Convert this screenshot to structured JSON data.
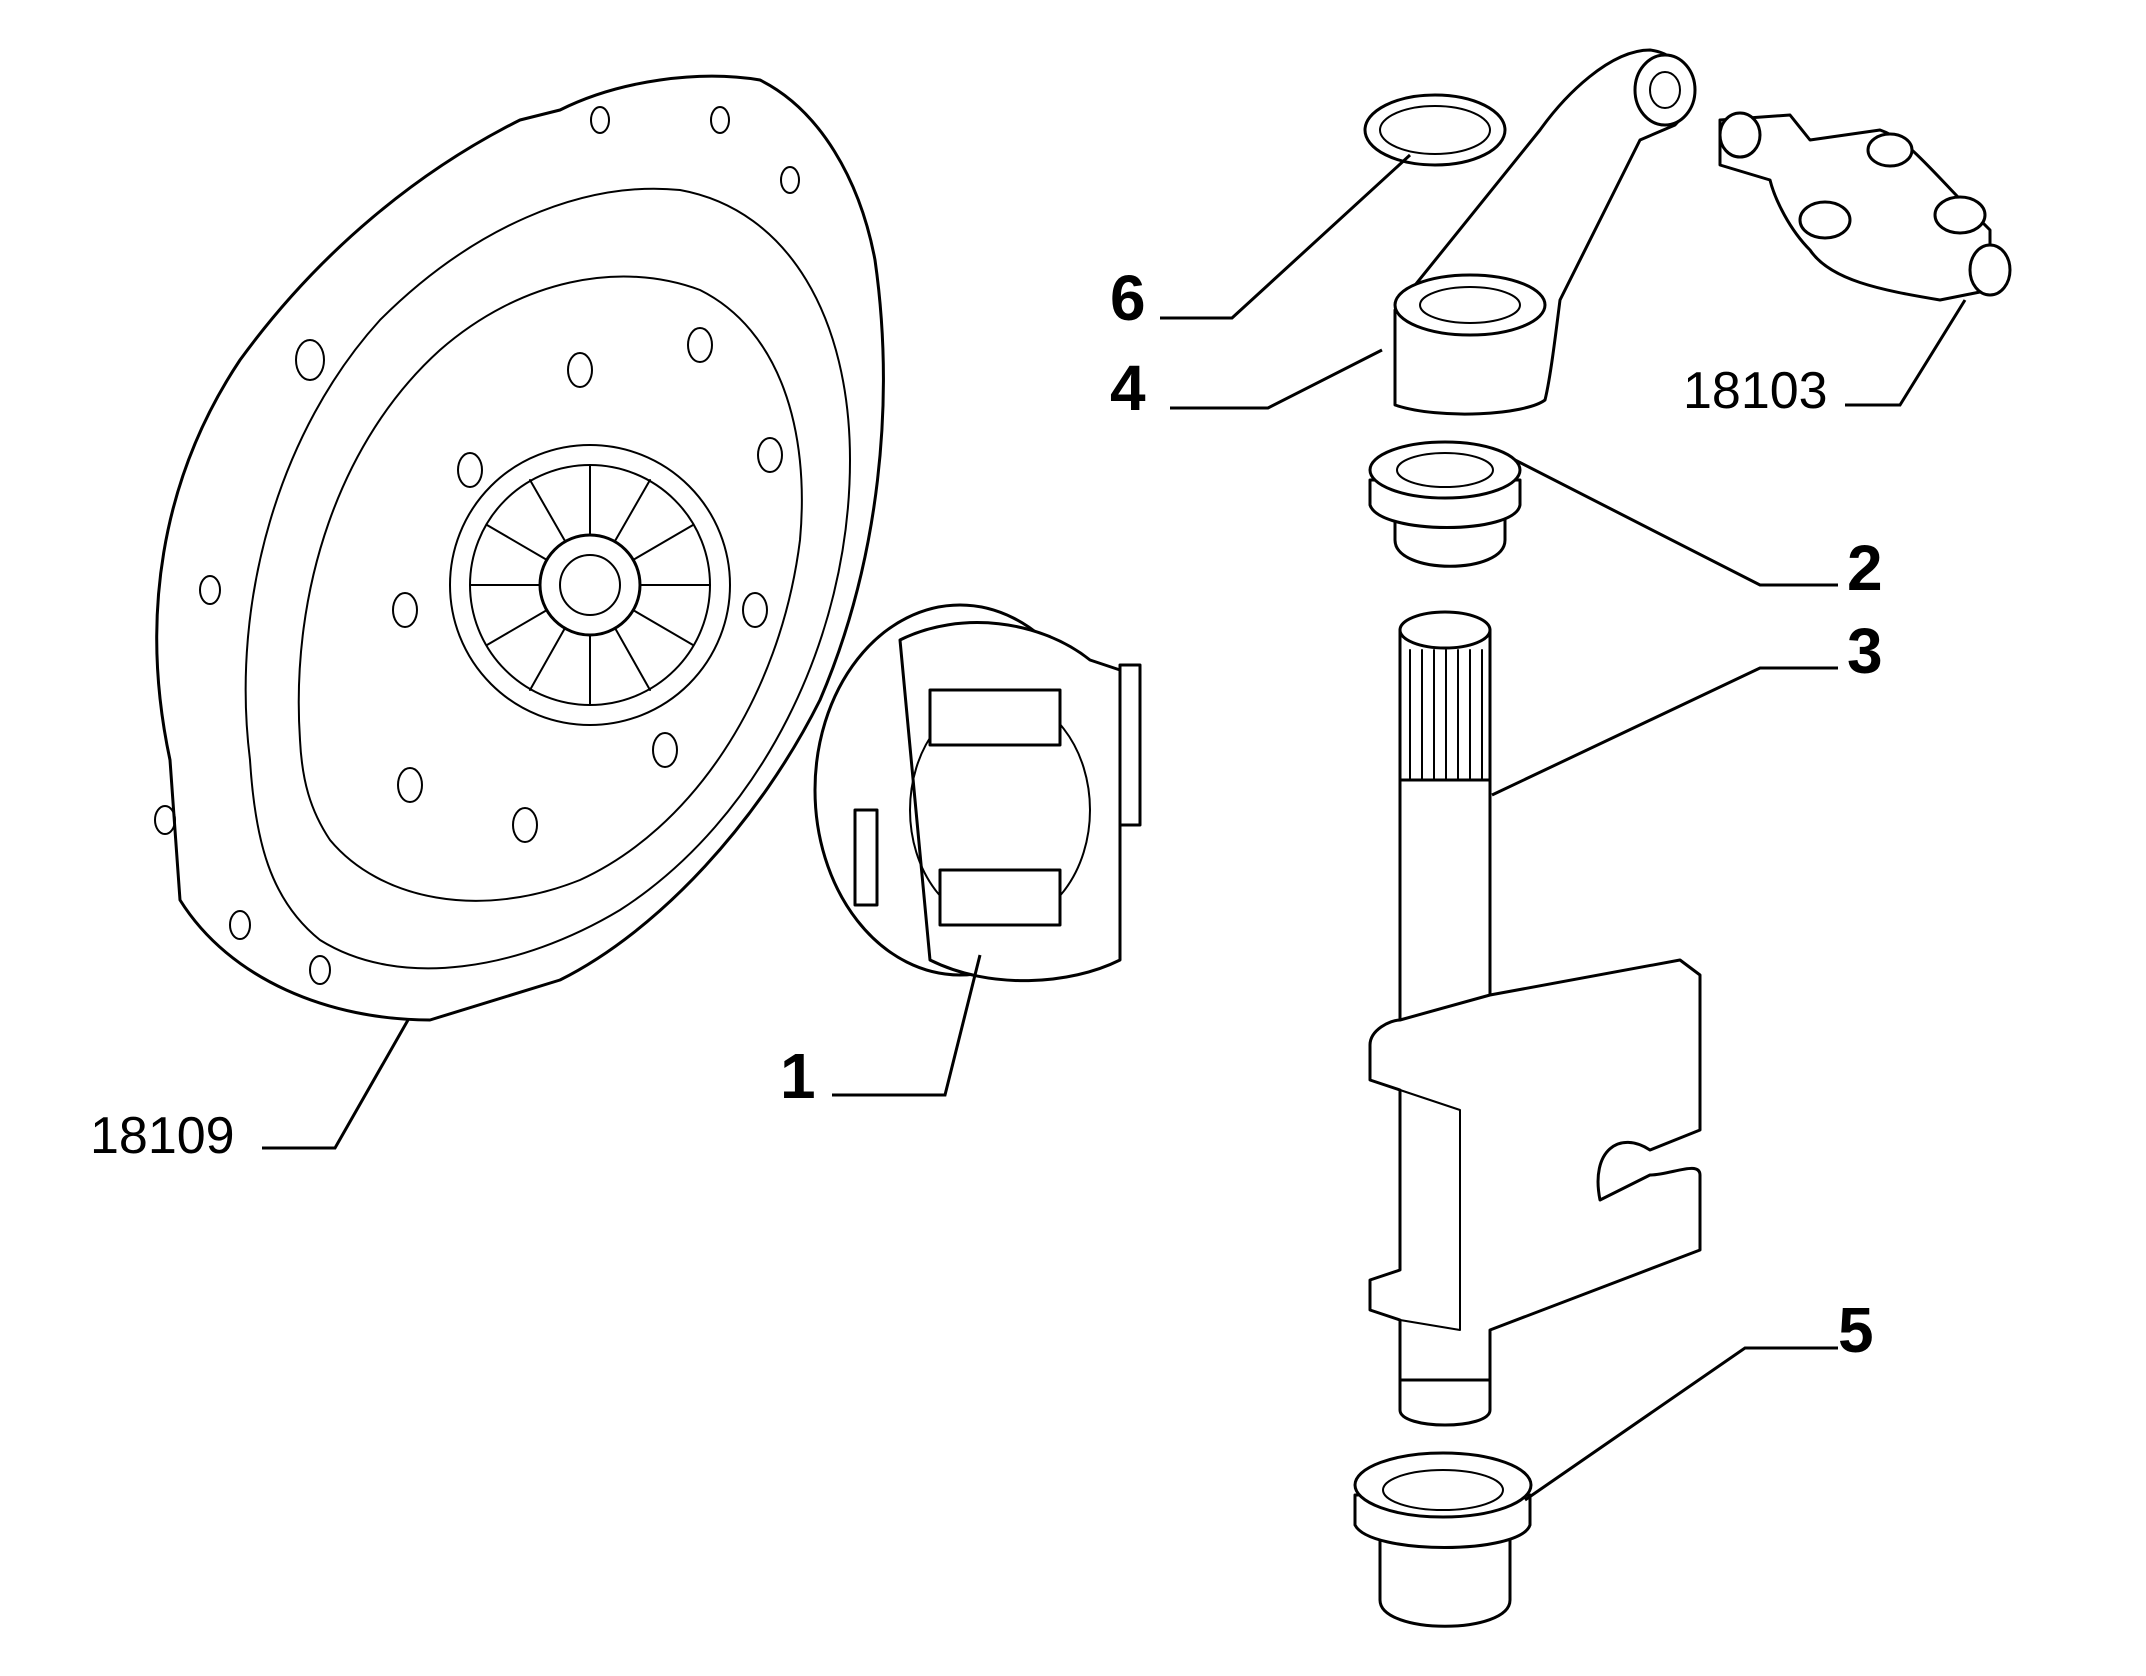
{
  "colors": {
    "line": "#000000",
    "background": "#ffffff"
  },
  "callouts": {
    "item1": "1",
    "item2": "2",
    "item3": "3",
    "item4": "4",
    "item5": "5",
    "item6": "6",
    "ref_clutch_cover": "18109",
    "ref_lever_group": "18103"
  }
}
